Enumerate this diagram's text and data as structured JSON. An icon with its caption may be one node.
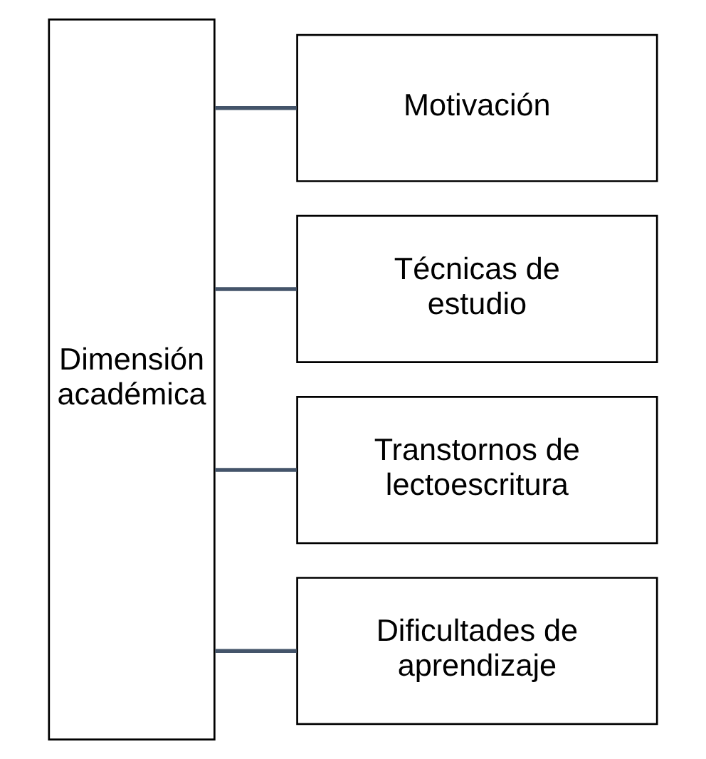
{
  "diagram": {
    "nodes": [
      {
        "text": [
          "Dimensión académica"
        ]
      },
      {
        "text": [
          "Motivación"
        ]
      },
      {
        "text": [
          "Técnicas de estudio"
        ]
      },
      {
        "text": [
          "Transtornos de lectoescritura"
        ]
      },
      {
        "text": [
          "Dificultades de aprendizaje"
        ]
      }
    ],
    "edges": [
      {
        "from": 0,
        "to": 1,
        "arrow": "none"
      },
      {
        "from": 0,
        "to": 2,
        "arrow": "none"
      },
      {
        "from": 0,
        "to": 3,
        "arrow": "none"
      },
      {
        "from": 0,
        "to": 4,
        "arrow": "none"
      }
    ]
  }
}
